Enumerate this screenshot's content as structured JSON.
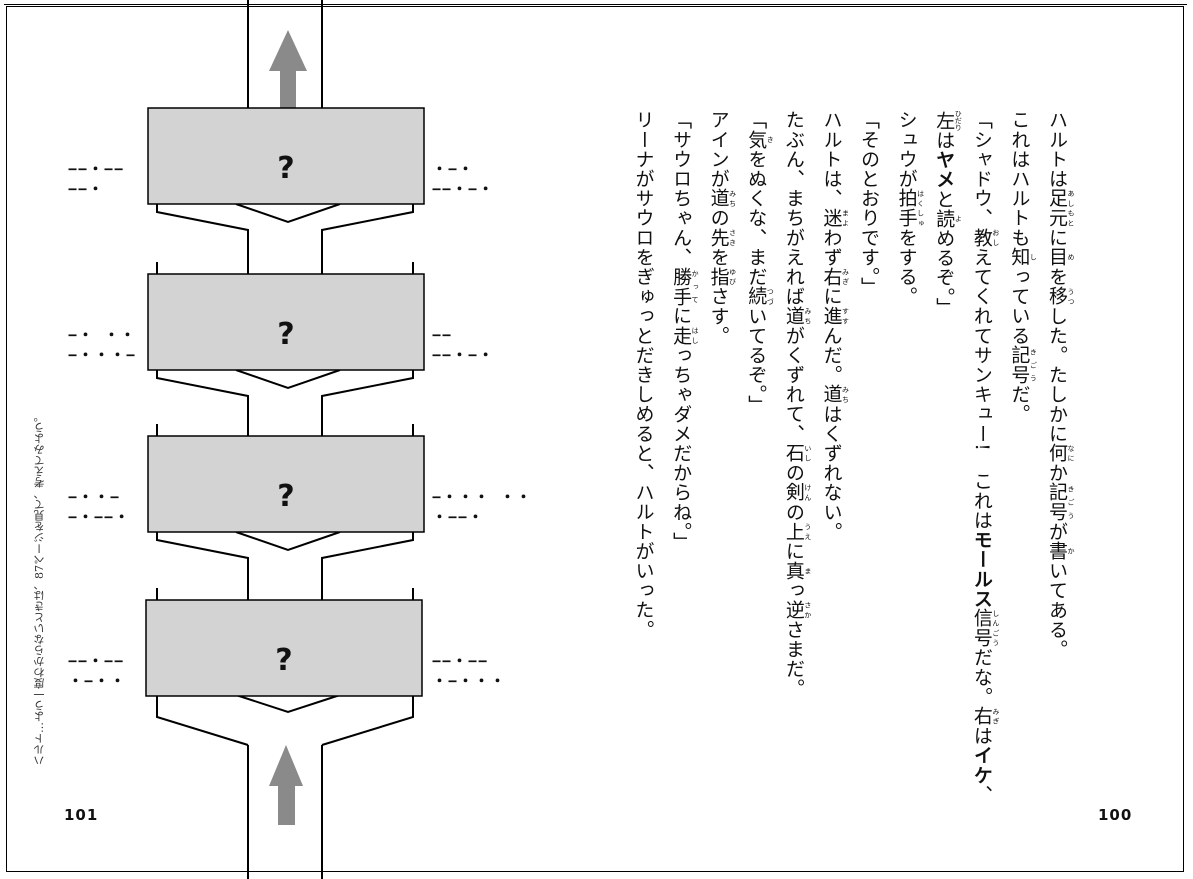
{
  "right_page": {
    "page_number": "100",
    "lines": [
      {
        "parts": [
          {
            "t": "ハルトは"
          },
          {
            "t": "足元",
            "r": "あしもと"
          },
          {
            "t": "に"
          },
          {
            "t": "目",
            "r": "め"
          },
          {
            "t": "を"
          },
          {
            "t": "移",
            "r": "うつ"
          },
          {
            "t": "した。たしかに"
          },
          {
            "t": "何",
            "r": "なに"
          },
          {
            "t": "か"
          },
          {
            "t": "記号",
            "r": "きごう"
          },
          {
            "t": "が"
          },
          {
            "t": "書",
            "r": "か"
          },
          {
            "t": "いてある。"
          }
        ]
      },
      {
        "parts": [
          {
            "t": "これはハルトも"
          },
          {
            "t": "知",
            "r": "し"
          },
          {
            "t": "っている"
          },
          {
            "t": "記号",
            "r": "きごう"
          },
          {
            "t": "だ。"
          }
        ]
      },
      {
        "parts": [
          {
            "t": "「シャドウ、"
          },
          {
            "t": "教",
            "r": "おし"
          },
          {
            "t": "えてくれてサンキュー!　これは"
          },
          {
            "t": "モールス",
            "b": true
          },
          {
            "t": "信号",
            "r": "しんごう"
          },
          {
            "t": "だな。"
          },
          {
            "t": "右",
            "r": "みぎ"
          },
          {
            "t": "は"
          },
          {
            "t": "イケ",
            "b": true
          },
          {
            "t": "、"
          }
        ]
      },
      {
        "parts": [
          {
            "t": "左",
            "r": "ひだり"
          },
          {
            "t": "は"
          },
          {
            "t": "ヤメ",
            "b": true
          },
          {
            "t": "と"
          },
          {
            "t": "読",
            "r": "よ"
          },
          {
            "t": "めるぞ。」"
          }
        ]
      },
      {
        "parts": [
          {
            "t": "シュウが"
          },
          {
            "t": "拍手",
            "r": "はくしゅ"
          },
          {
            "t": "をする。"
          }
        ]
      },
      {
        "parts": [
          {
            "t": "「そのとおりです。」"
          }
        ]
      },
      {
        "parts": [
          {
            "t": "ハルトは、"
          },
          {
            "t": "迷",
            "r": "まよ"
          },
          {
            "t": "わず"
          },
          {
            "t": "右",
            "r": "みぎ"
          },
          {
            "t": "に"
          },
          {
            "t": "進",
            "r": "すす"
          },
          {
            "t": "んだ。"
          },
          {
            "t": "道",
            "r": "みち"
          },
          {
            "t": "はくずれない。"
          }
        ]
      },
      {
        "parts": [
          {
            "t": "たぶん、まちがえれば"
          },
          {
            "t": "道",
            "r": "みち"
          },
          {
            "t": "がくずれて、"
          },
          {
            "t": "石",
            "r": "いし"
          },
          {
            "t": "の"
          },
          {
            "t": "剣",
            "r": "けん"
          },
          {
            "t": "の"
          },
          {
            "t": "上",
            "r": "うえ"
          },
          {
            "t": "に"
          },
          {
            "t": "真",
            "r": "ま"
          },
          {
            "t": "っ"
          },
          {
            "t": "逆",
            "r": "さか"
          },
          {
            "t": "さまだ。"
          }
        ]
      },
      {
        "parts": [
          {
            "t": "「"
          },
          {
            "t": "気",
            "r": "き"
          },
          {
            "t": "をぬくな、まだ"
          },
          {
            "t": "続",
            "r": "つづ"
          },
          {
            "t": "いてるぞ。」"
          }
        ]
      },
      {
        "parts": [
          {
            "t": "アインが"
          },
          {
            "t": "道",
            "r": "みち"
          },
          {
            "t": "の"
          },
          {
            "t": "先",
            "r": "さき"
          },
          {
            "t": "を"
          },
          {
            "t": "指",
            "r": "ゆび"
          },
          {
            "t": "さす。"
          }
        ]
      },
      {
        "parts": [
          {
            "t": "「サウロちゃん、"
          },
          {
            "t": "勝手",
            "r": "かって"
          },
          {
            "t": "に"
          },
          {
            "t": "走",
            "r": "はし"
          },
          {
            "t": "っちゃダメだからね。」"
          }
        ]
      },
      {
        "parts": [
          {
            "t": "リーナがサウロをぎゅっとだきしめると、ハルトがいった。"
          }
        ]
      }
    ]
  },
  "left_page": {
    "page_number": "101",
    "caption": "ハルト…よう一度わからないときは、87ページを見て、考えてみよう。",
    "boxes": [
      {
        "label": "?",
        "left_morse": [
          "−−・−−",
          "−−・"
        ],
        "right_morse": [
          "・−・",
          "−−・−・"
        ]
      },
      {
        "label": "?",
        "left_morse": [
          "−・ ・・",
          "−・・・−"
        ],
        "right_morse": [
          "−−",
          "−−・−・"
        ]
      },
      {
        "label": "?",
        "left_morse": [
          "−・・−",
          "−・−−・"
        ],
        "right_morse": [
          "−・・・ ・・",
          "・−−・"
        ]
      },
      {
        "label": "?",
        "left_morse": [
          "−−・−−",
          "・−・・"
        ],
        "right_morse": [
          "−−・−−",
          "・−・・・"
        ]
      }
    ]
  },
  "colors": {
    "box_fill": "#d3d3d3",
    "arrow": "#8a8a8a",
    "line": "#000000"
  }
}
